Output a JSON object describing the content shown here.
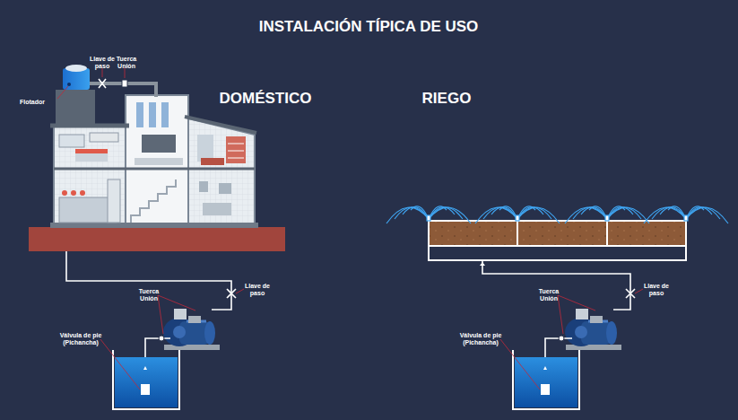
{
  "diagram": {
    "title": "INSTALACIÓN TÍPICA DE USO",
    "labels": [
      "Llave de paso",
      "Tuerca Unión",
      "Flotador",
      "DOMÉSTICO",
      "RIEGO",
      "Tuerca Unión",
      "Llave de paso",
      "Válvula de pie (Pichancha)",
      "Tuerca Unión",
      "Llave de paso",
      "Válvula de pie (Pichancha)"
    ]
  }
}
